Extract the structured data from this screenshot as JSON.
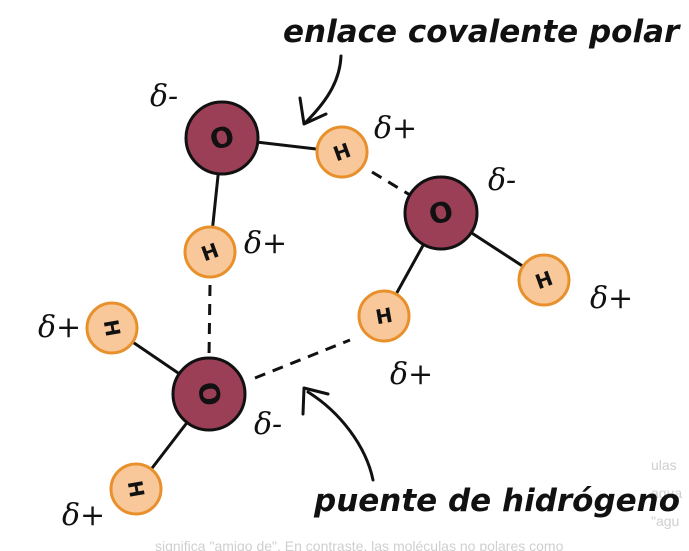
{
  "labels": {
    "covalent_bond": "enlace covalente polar",
    "hydrogen_bond": "puente de hidrógeno"
  },
  "atoms": {
    "oxygen": "O",
    "hydrogen": "H"
  },
  "charges": {
    "negative": "δ-",
    "positive": "δ+"
  },
  "background_text": {
    "line1": "ulas",
    "line2": "agua",
    "line3": "\"agu",
    "line4": "significa \"amigo de\". En contraste, las moléculas no polares como"
  },
  "colors": {
    "oxygen_fill": "#9b3f57",
    "hydrogen_fill": "#f8c79a",
    "hydrogen_stroke": "#e8912c"
  }
}
